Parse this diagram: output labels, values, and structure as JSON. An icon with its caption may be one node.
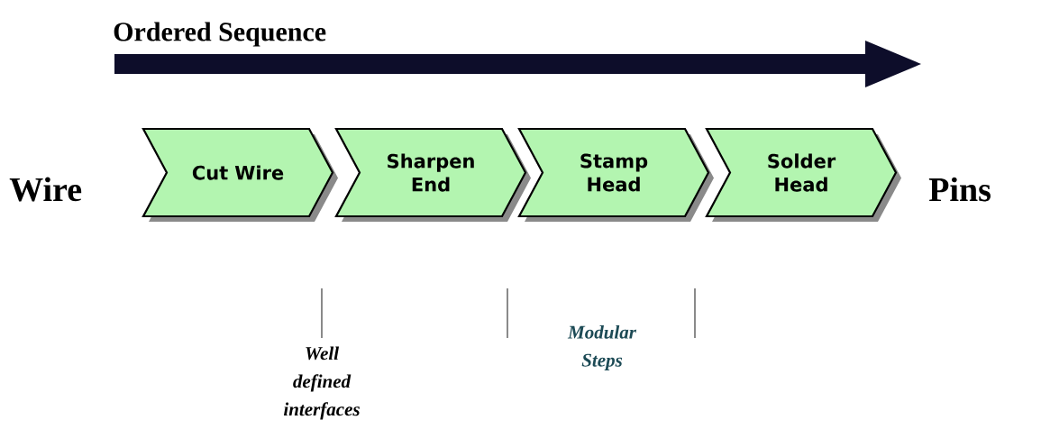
{
  "diagram": {
    "nodes": [
      {
        "text": [
          "Cut Wire"
        ]
      },
      {
        "text": [
          "Sharpen End"
        ]
      },
      {
        "text": [
          "Stamp Head"
        ]
      },
      {
        "text": [
          "Solder Head"
        ]
      }
    ],
    "labels": [
      "Ordered Sequence",
      "Wire",
      "Pins",
      "Well defined interfaces",
      "Modular Steps"
    ]
  }
}
